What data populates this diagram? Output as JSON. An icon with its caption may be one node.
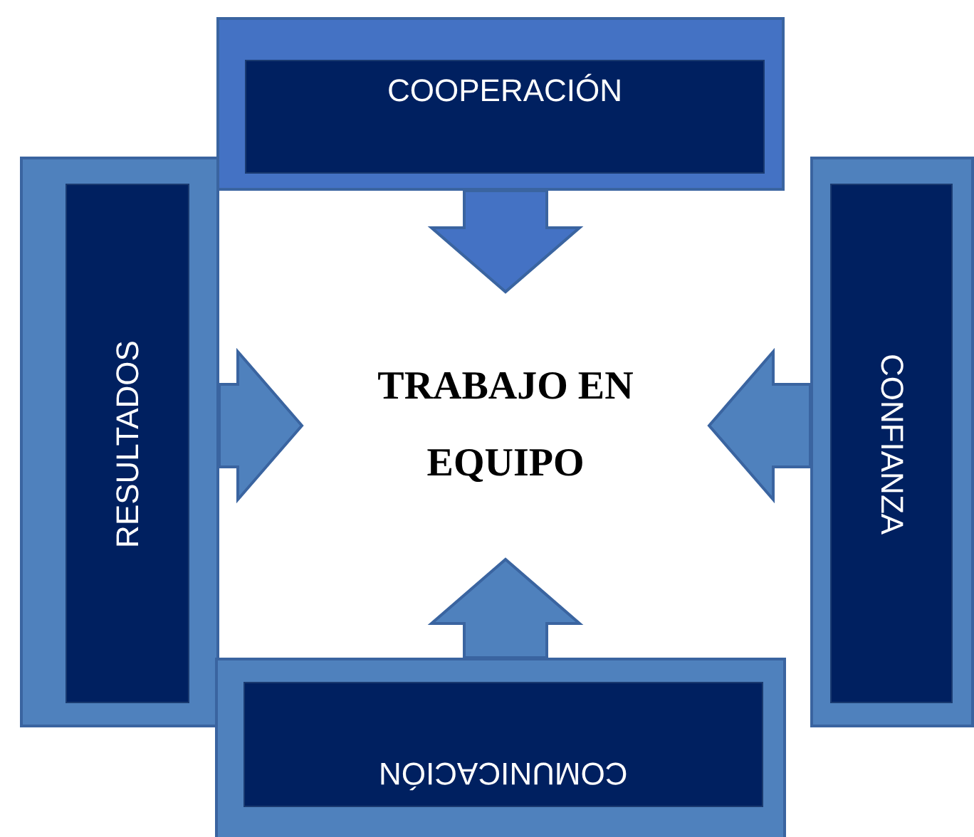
{
  "diagram": {
    "nodes": [
      {
        "text": [
          "TRABAJO EN EQUIPO"
        ]
      },
      {
        "text": [
          "COOPERACIÓN"
        ]
      },
      {
        "text": [
          "RESULTADOS"
        ]
      },
      {
        "text": [
          "CONFIANZA"
        ]
      },
      {
        "text": [
          "COMUNICACIÓN"
        ]
      }
    ],
    "edges": [
      {
        "from": 1,
        "to": 0,
        "arrow": "to"
      },
      {
        "from": 2,
        "to": 0,
        "arrow": "to"
      },
      {
        "from": 3,
        "to": 0,
        "arrow": "to"
      },
      {
        "from": 4,
        "to": 0,
        "arrow": "to"
      }
    ]
  }
}
